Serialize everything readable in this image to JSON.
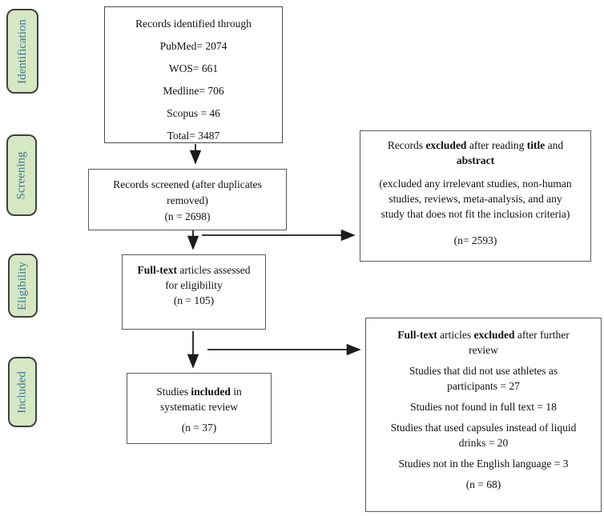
{
  "title": "PRISMA flow diagram of study selection",
  "colors": {
    "stage_fill": "#d6e8c3",
    "stage_border": "#404040",
    "stage_text": "#3a7894",
    "box_border": "#5a5a5a",
    "box_fill": "#ffffff",
    "text": "#111111",
    "arrow": "#1c1c1c",
    "background": "#ffffff"
  },
  "sidebar": {
    "stages": [
      {
        "label": "Identification"
      },
      {
        "label": "Screening"
      },
      {
        "label": "Eligibility"
      },
      {
        "label": "Included"
      }
    ]
  },
  "boxes": {
    "identified": {
      "lines": [
        [
          {
            "text": "Records identified through"
          }
        ],
        [
          {
            "text": "PubMed= 2074"
          }
        ],
        [
          {
            "text": "WOS= 661"
          }
        ],
        [
          {
            "text": "Medline= 706"
          }
        ],
        [
          {
            "text": "Scopus = 46"
          }
        ],
        [
          {
            "text": "Total= 3487"
          }
        ]
      ]
    },
    "screened": {
      "lines": [
        [
          {
            "text": "Records screened (after duplicates"
          }
        ],
        [
          {
            "text": "removed)"
          }
        ],
        [
          {
            "text": "(n = 2698)"
          }
        ]
      ]
    },
    "excluded_title_abstract": {
      "lines": [
        [
          {
            "text": "Records "
          },
          {
            "text": "excluded",
            "bold": true
          },
          {
            "text": " after reading "
          },
          {
            "text": "title",
            "bold": true
          },
          {
            "text": " and"
          }
        ],
        [
          {
            "text": "abstract",
            "bold": true
          }
        ],
        [
          {
            "text": "(excluded any irrelevant studies, non-human"
          }
        ],
        [
          {
            "text": "studies, reviews, meta-analysis, and any"
          }
        ],
        [
          {
            "text": "study that does not fit the inclusion criteria)"
          }
        ],
        [
          {
            "text": "(n= 2593)"
          }
        ]
      ]
    },
    "fulltext_assessed": {
      "lines": [
        [
          {
            "text": "Full-text",
            "bold": true
          },
          {
            "text": " articles assessed"
          }
        ],
        [
          {
            "text": "for eligibility"
          }
        ],
        [
          {
            "text": "(n = 105)"
          }
        ]
      ]
    },
    "fulltext_excluded": {
      "lines": [
        [
          {
            "text": "Full-text",
            "bold": true
          },
          {
            "text": " articles "
          },
          {
            "text": "excluded",
            "bold": true
          },
          {
            "text": " after further"
          }
        ],
        [
          {
            "text": "review"
          }
        ],
        [
          {
            "text": "Studies that did not use athletes as"
          }
        ],
        [
          {
            "text": "participants = 27"
          }
        ],
        [
          {
            "text": "Studies not found in full text = 18"
          }
        ],
        [
          {
            "text": "Studies that used capsules instead of liquid"
          }
        ],
        [
          {
            "text": "drinks = 20"
          }
        ],
        [
          {
            "text": "Studies not in the English language = 3"
          }
        ],
        [
          {
            "text": "(n = 68)"
          }
        ]
      ]
    },
    "included": {
      "lines": [
        [
          {
            "text": "Studies "
          },
          {
            "text": "included",
            "bold": true
          },
          {
            "text": " in"
          }
        ],
        [
          {
            "text": "systematic review"
          }
        ],
        [
          {
            "text": "(n = 37)"
          }
        ]
      ]
    }
  }
}
